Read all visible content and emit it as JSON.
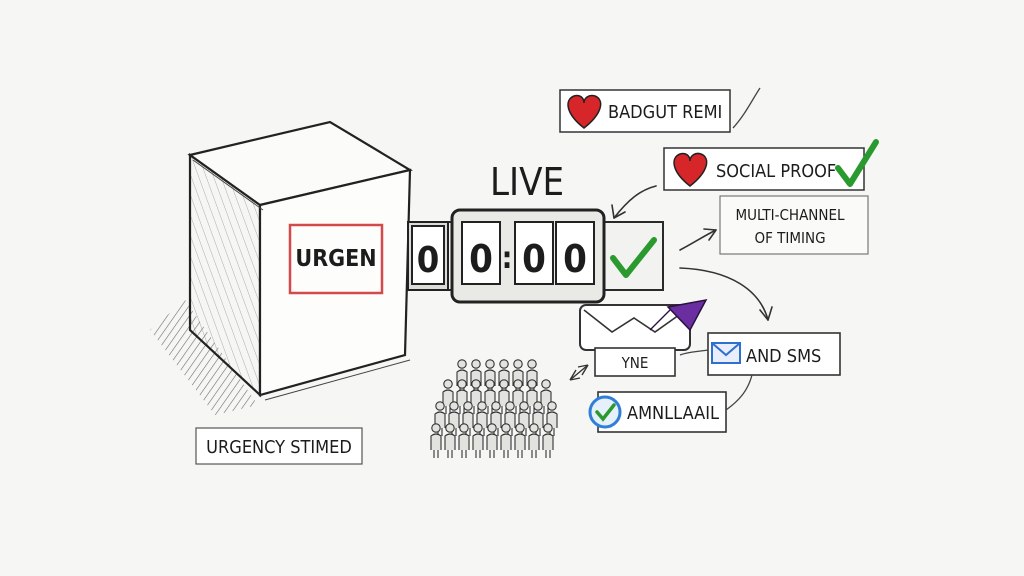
{
  "box": {
    "label": "URGEN"
  },
  "live": {
    "label": "LIVE"
  },
  "timer": {
    "digits": [
      "0",
      "0",
      "0",
      "0"
    ]
  },
  "badges": {
    "badge_rem": "BADGUT REMI",
    "social_proof": "SOCIAL PROOF",
    "multichannel_line1": "MULTI-CHANNEL",
    "multichannel_line2": "OF TIMING"
  },
  "channels": {
    "yne": "YNE",
    "sms": "AND SMS",
    "email": "AMNLLAAIL"
  },
  "caption": "URGENCY STIMED",
  "colors": {
    "heart": "#d6262a",
    "check": "#2a9a2e",
    "urgent_frame": "#d44a4a",
    "paper_plane": "#6a2ea0",
    "envelope_blue": "#2f6fd0",
    "email_ring": "#2f7fd8"
  }
}
